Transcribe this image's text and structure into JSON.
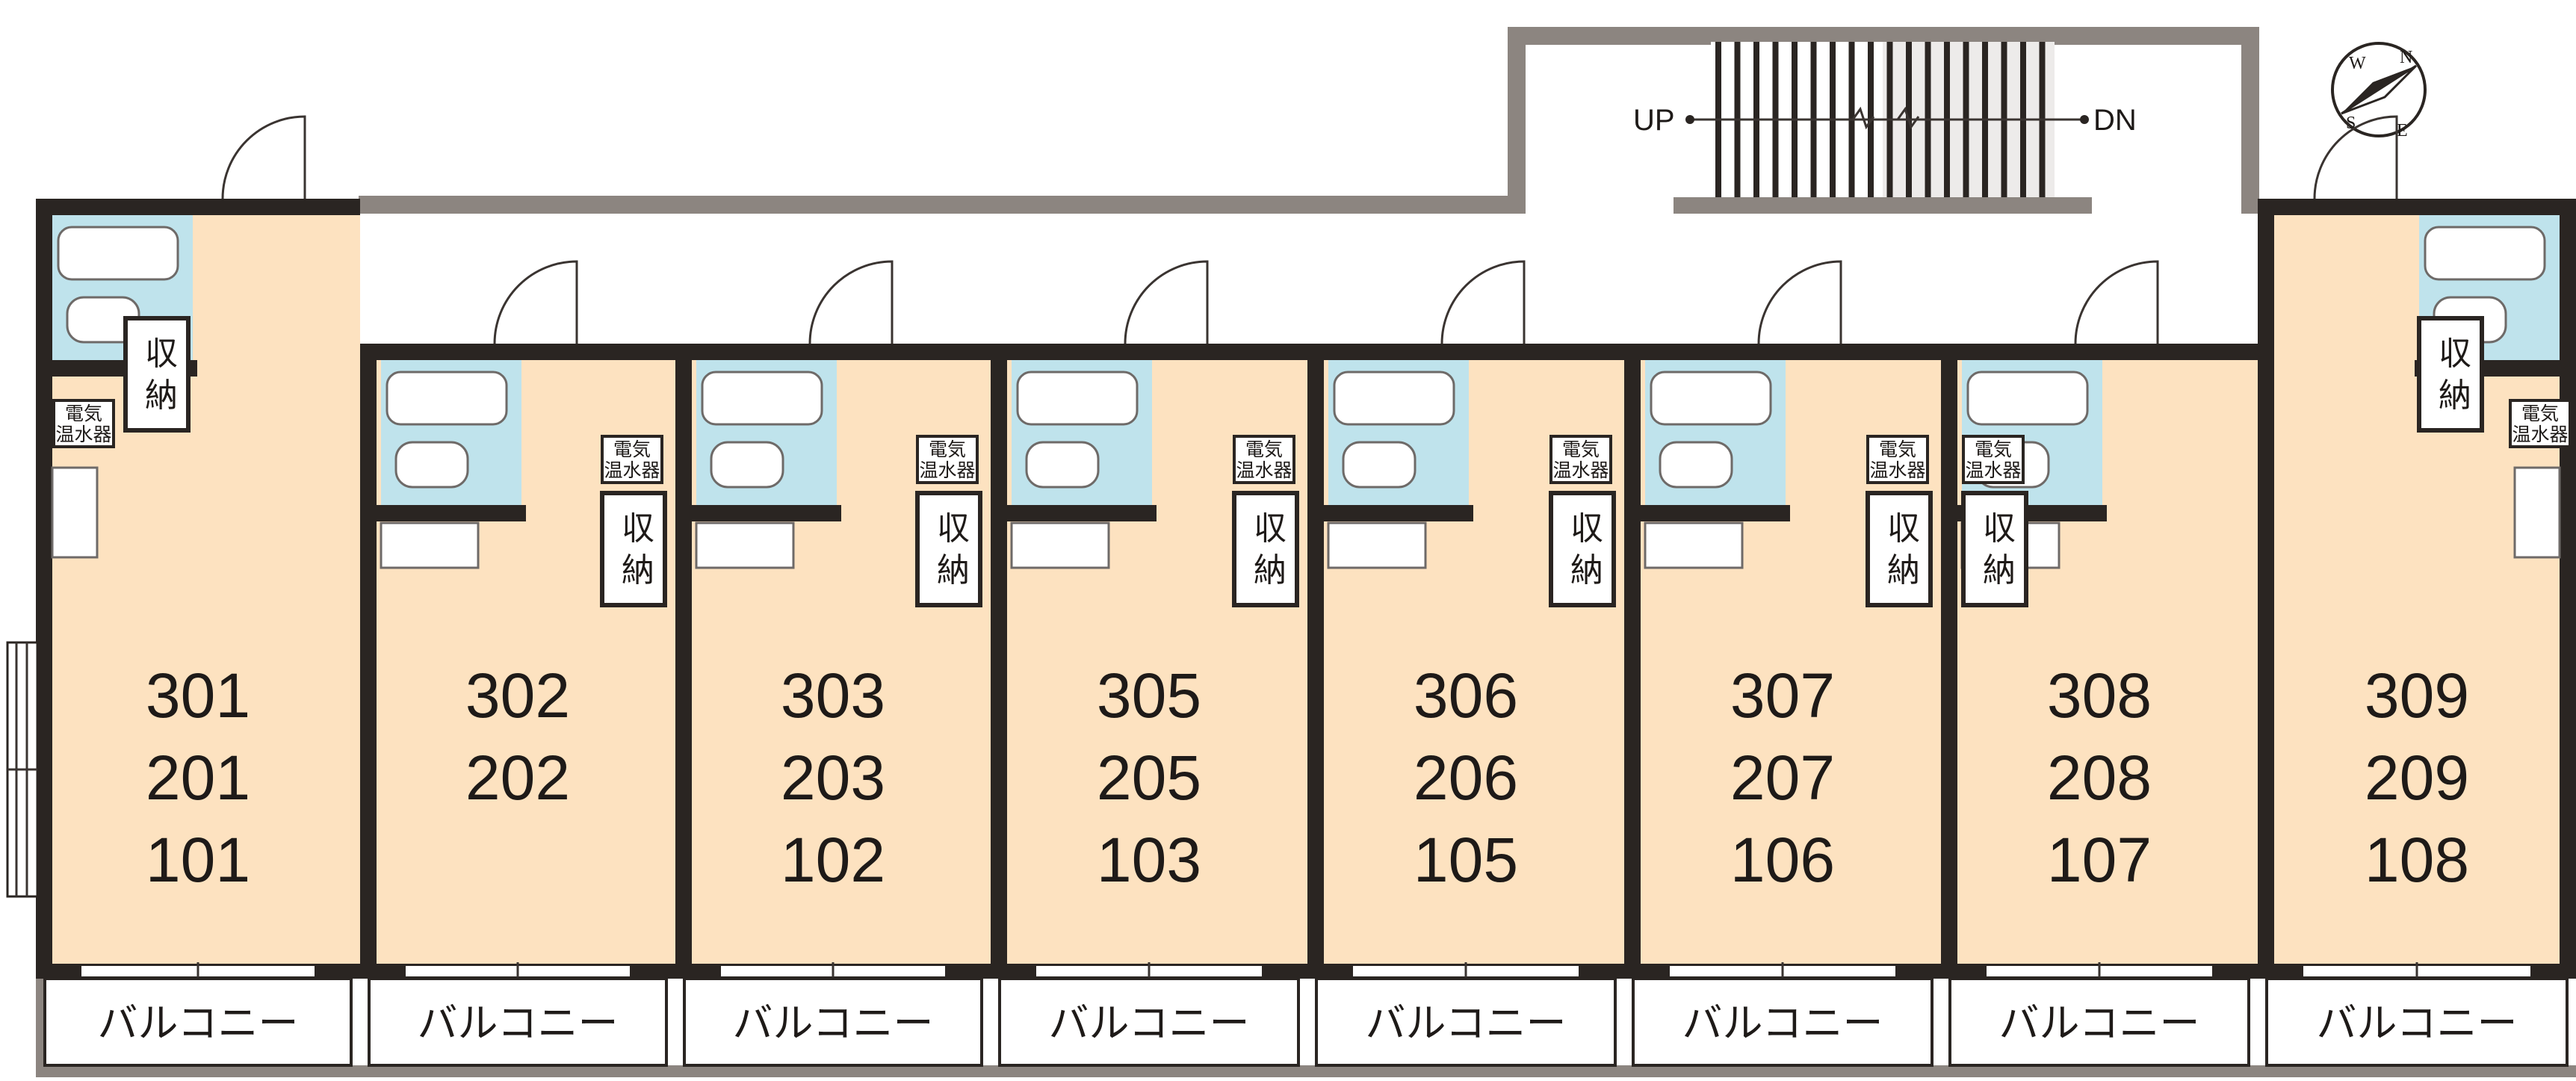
{
  "units": [
    {
      "labels": [
        "301",
        "201",
        "101"
      ],
      "storage": "収納",
      "heater": [
        "電気",
        "温水器"
      ],
      "balcony": "バルコニー"
    },
    {
      "labels": [
        "302",
        "202"
      ],
      "storage": "収納",
      "heater": [
        "電気",
        "温水器"
      ],
      "balcony": "バルコニー"
    },
    {
      "labels": [
        "303",
        "203",
        "102"
      ],
      "storage": "収納",
      "heater": [
        "電気",
        "温水器"
      ],
      "balcony": "バルコニー"
    },
    {
      "labels": [
        "305",
        "205",
        "103"
      ],
      "storage": "収納",
      "heater": [
        "電気",
        "温水器"
      ],
      "balcony": "バルコニー"
    },
    {
      "labels": [
        "306",
        "206",
        "105"
      ],
      "storage": "収納",
      "heater": [
        "電気",
        "温水器"
      ],
      "balcony": "バルコニー"
    },
    {
      "labels": [
        "307",
        "207",
        "106"
      ],
      "storage": "収納",
      "heater": [
        "電気",
        "温水器"
      ],
      "balcony": "バルコニー"
    },
    {
      "labels": [
        "308",
        "208",
        "107"
      ],
      "storage": "収納",
      "heater": [
        "電気",
        "温水器"
      ],
      "balcony": "バルコニー"
    },
    {
      "labels": [
        "309",
        "209",
        "108"
      ],
      "storage": "収納",
      "heater": [
        "電気",
        "温水器"
      ],
      "balcony": "バルコニー"
    }
  ],
  "stairs": {
    "up": "UP",
    "down": "DN"
  },
  "compass": {
    "n": "N",
    "s": "S",
    "e": "E",
    "w": "W"
  },
  "colors": {
    "floor": "#fde2c0",
    "bath": "#bfe3ec",
    "wall": "#2a2522"
  }
}
